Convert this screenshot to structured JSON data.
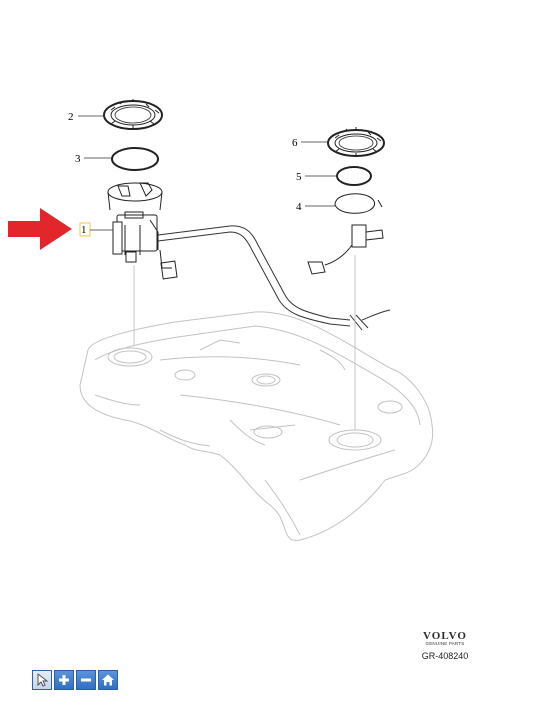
{
  "callouts": [
    "1",
    "2",
    "3",
    "4",
    "5",
    "6"
  ],
  "brand": {
    "logo": "VOLVO",
    "tagline": "GENUINE PARTS",
    "reference": "GR-408240"
  },
  "toolbar": [
    {
      "icon": "cursor-icon"
    },
    {
      "icon": "zoom-in-icon"
    },
    {
      "icon": "zoom-out-icon"
    },
    {
      "icon": "home-icon"
    }
  ],
  "colors": {
    "pointer_arrow": "#e3262b",
    "outline": "#333333",
    "faint": "#b8b8b8",
    "toolbar": "#2f6fc4",
    "highlight_box": "#f0c64a"
  }
}
